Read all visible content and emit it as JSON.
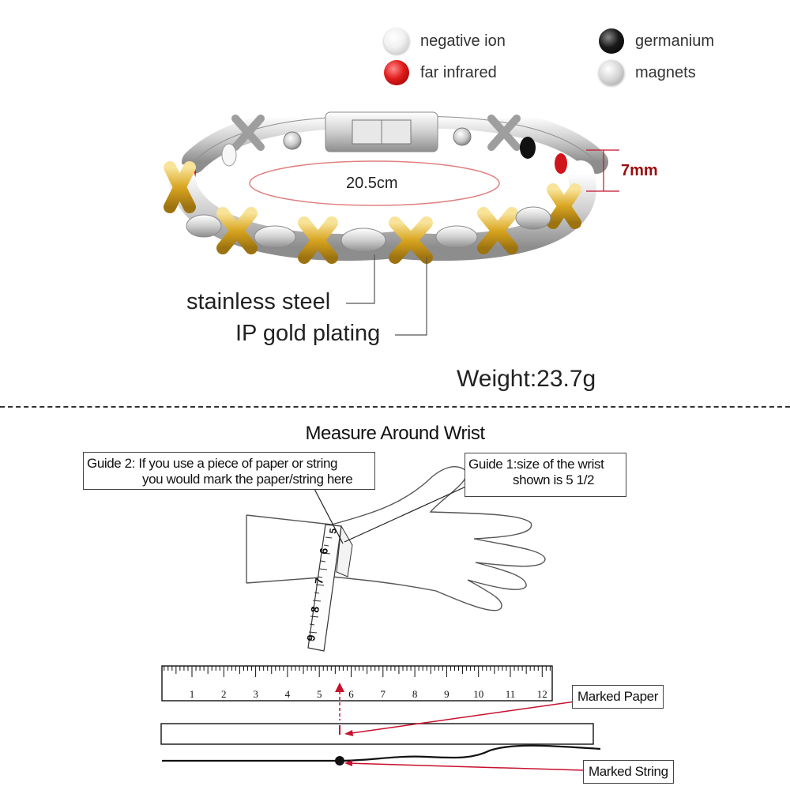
{
  "legend": {
    "negative_ion": "negative ion",
    "far_infrared": "far infrared",
    "germanium": "germanium",
    "magnets": "magnets"
  },
  "bracelet": {
    "diameter": "20.5cm",
    "width": "7mm",
    "material_1": "stainless steel",
    "material_2": "IP gold plating",
    "weight": "Weight:23.7g"
  },
  "measure": {
    "heading": "Measure Around Wrist",
    "guide2_line1": "Guide 2: If you use a piece of paper or string",
    "guide2_line2": "you would mark the paper/string here",
    "guide1_line1": "Guide 1:size of the wrist",
    "guide1_line2": "shown is 5 1/2",
    "tape_numbers": [
      "5",
      "6",
      "7",
      "8",
      "9"
    ],
    "ruler_numbers": [
      "1",
      "2",
      "3",
      "4",
      "5",
      "6",
      "7",
      "8",
      "9",
      "10",
      "11",
      "12"
    ],
    "marked_paper": "Marked Paper",
    "marked_string": "Marked String"
  },
  "colors": {
    "accent_red": "#c8102e",
    "gold": "#d9a520",
    "silver": "#c9c9c9"
  }
}
